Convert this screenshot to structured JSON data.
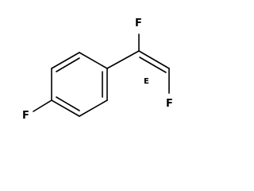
{
  "molecule": {
    "atoms": {
      "fluorine_ring": "F",
      "fluorine_alpha": "F",
      "fluorine_beta": "F"
    },
    "stereo_descriptor": "E"
  }
}
